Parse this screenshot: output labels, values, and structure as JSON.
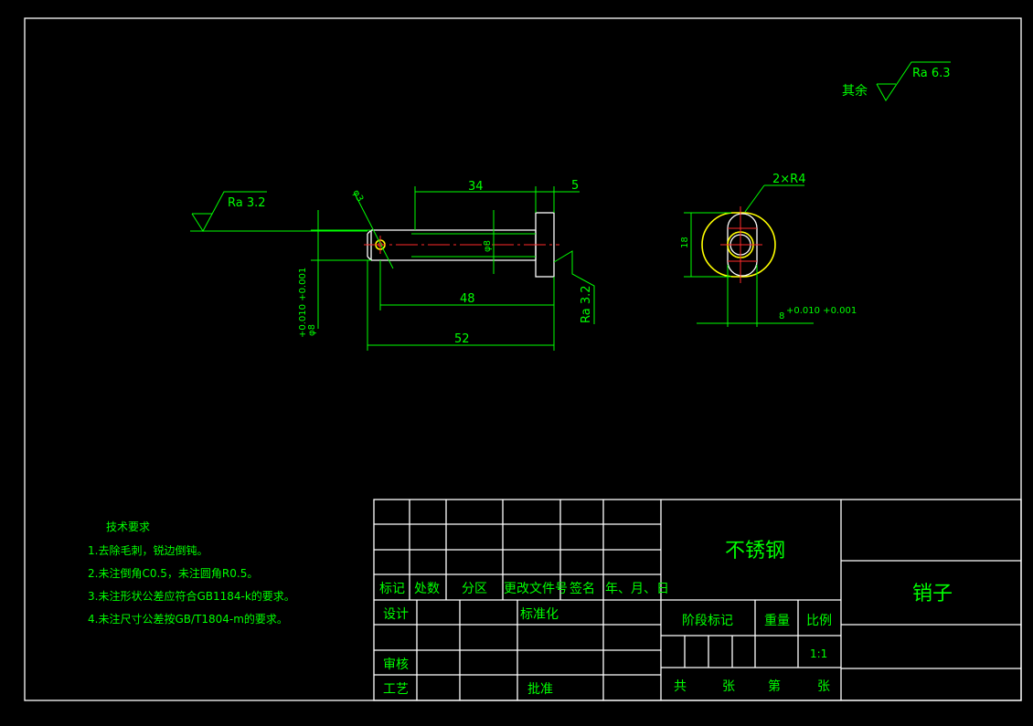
{
  "roughness": {
    "general_prefix": "其余",
    "general_value": "Ra 6.3",
    "left_value": "Ra 3.2",
    "right_value": "Ra 3.2"
  },
  "dimensions": {
    "len_34": "34",
    "len_5": "5",
    "len_48": "48",
    "len_52": "52",
    "hole_dia": "φ3",
    "dia_8_main": "φ8",
    "dia_8_tol": "+0.010 +0.001",
    "head_height": "18",
    "side_width": "8",
    "side_tol": "+0.010 +0.001",
    "radius_label": "2×R4",
    "shaft_center": "φ8"
  },
  "tech_requirements": {
    "title": "技术要求",
    "items": [
      "1.去除毛刺，锐边倒钝。",
      "2.未注倒角C0.5，未注圆角R0.5。",
      "3.未注形状公差应符合GB1184-k的要求。",
      "4.未注尺寸公差按GB/T1804-m的要求。"
    ]
  },
  "title_block": {
    "material": "不锈钢",
    "part_name": "销子",
    "labels": {
      "mark": "标记",
      "count": "处数",
      "zone": "分区",
      "doc_no": "更改文件号",
      "sign": "签名",
      "date": "年、月、日",
      "design": "设计",
      "standardize": "标准化",
      "review": "审核",
      "process": "工艺",
      "approve": "批准",
      "stage_mark": "阶段标记",
      "weight": "重量",
      "scale": "比例",
      "total": "共",
      "sheets": "张",
      "sheet_no": "第",
      "sheet": "张"
    },
    "scale_value": "1:1"
  },
  "colors": {
    "background": "#000000",
    "frame": "#ffffff",
    "annotation": "#00ff00",
    "outline": "#ffffff",
    "hidden": "#ffff00",
    "centerline": "#ff2a2a"
  }
}
